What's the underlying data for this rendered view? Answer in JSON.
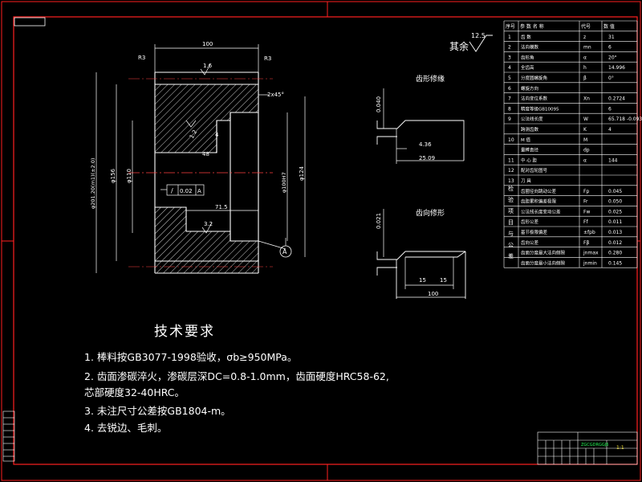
{
  "colors": {
    "background": "#000000",
    "frame": "#ff2020",
    "outline": "#ffffff",
    "hatch": "#ffffff",
    "centerline": "#ff4040",
    "dim": "#ffffff",
    "table_text": "#ffffff",
    "green_text": "#29ff5a",
    "yellow_text": "#ffee33"
  },
  "drawing": {
    "dims": {
      "top_width": "100",
      "radius_left": "R3",
      "radius_right": "R3",
      "surface_top": "1.6",
      "chamfer": "2x45°",
      "outer_dia": "φ201.20(m1)(±2.0)",
      "dia_left": "φ156",
      "dia_inner": "φ110",
      "dia_bore": "φ100H7",
      "dia_right": "φ124",
      "bore_depth": "71.5",
      "bore_offset": "4",
      "bore_len": "48",
      "surface_bore": "3.2",
      "surface_left": "1.2",
      "tol_symbol": "/",
      "tol_value": "0.02",
      "tol_datum": "A",
      "datum_a": "A",
      "surface_default": "12.5",
      "surface_other_label": "其余"
    },
    "crown_profile": {
      "title": "齿形修缘",
      "vertical_dim": "0.040",
      "short_dim": "4.36",
      "long_dim": "25.09"
    },
    "lead_profile": {
      "title": "齿向修形",
      "vertical_dim": "0.021",
      "left_dim": "15",
      "right_dim": "15",
      "total_dim": "100"
    }
  },
  "param_table": {
    "headers": [
      "序号",
      "参 数 名 称",
      "代号",
      "数 值"
    ],
    "rows": [
      {
        "no": "1",
        "name": "齿  数",
        "code": "z",
        "value": "31"
      },
      {
        "no": "2",
        "name": "法向模数",
        "code": "mn",
        "value": "6"
      },
      {
        "no": "3",
        "name": "齿形角",
        "code": "α",
        "value": "20°"
      },
      {
        "no": "4",
        "name": "全齿高",
        "code": "h",
        "value": "14.996"
      },
      {
        "no": "5",
        "name": "分度圆螺旋角",
        "code": "β",
        "value": "0°"
      },
      {
        "no": "6",
        "name": "螺旋方向",
        "code": "",
        "value": ""
      },
      {
        "no": "7",
        "name": "法向变位系数",
        "code": "Xn",
        "value": "0.2724"
      },
      {
        "no": "8",
        "name": "精度等级GB10095",
        "code": "",
        "value": "6"
      },
      {
        "no": "9",
        "name": "公法线长度",
        "code": "W",
        "value": "65.718  -0.093"
      },
      {
        "no": "",
        "name": "跨测齿数",
        "code": "K",
        "value": "4"
      },
      {
        "no": "10",
        "name": "M  值",
        "code": "M",
        "value": ""
      },
      {
        "no": "",
        "name": "量棒直径",
        "code": "dp",
        "value": ""
      },
      {
        "no": "11",
        "name": "中 心 距",
        "code": "α",
        "value": "144"
      },
      {
        "no": "12",
        "name": "配对齿轮图号",
        "code": "",
        "value": ""
      },
      {
        "no": "13",
        "name": "刀  具",
        "code": "",
        "value": ""
      },
      {
        "no": "",
        "name": "齿圈径向跳动公差",
        "code": "Fp",
        "value": "0.045"
      },
      {
        "no": "",
        "name": "齿距累积偏差极限",
        "code": "Fr",
        "value": "0.050"
      },
      {
        "no": "",
        "name": "公法线长度变动公差",
        "code": "Fw",
        "value": "0.025"
      },
      {
        "no": "",
        "name": "齿形公差",
        "code": "Ff",
        "value": "0.011"
      },
      {
        "no": "",
        "name": "基节极限偏差",
        "code": "±fpb",
        "value": "0.013"
      },
      {
        "no": "",
        "name": "齿向公差",
        "code": "Fβ",
        "value": "0.012"
      },
      {
        "no": "",
        "name": "齿面分度最大法向侧隙",
        "code": "jnmax",
        "value": "0.280"
      },
      {
        "no": "",
        "name": "齿面分度最小法向侧隙",
        "code": "jnmin",
        "value": "0.145"
      }
    ],
    "group_label": "检验项目与公差"
  },
  "requirements": {
    "title": "技术要求",
    "items": [
      "1. 棒料按GB3077-1998验收，σb≥950MPa。",
      "2. 齿面渗碳淬火，渗碳层深DC=0.8-1.0mm，齿面硬度HRC58-62,",
      "    芯部硬度32-40HRC。",
      "3. 未注尺寸公差按GB1804-m。",
      "4. 去锐边、毛刺。"
    ]
  },
  "title_block": {
    "drawing_no": "ZGCGDRGGJ6",
    "scale": "1:1"
  }
}
